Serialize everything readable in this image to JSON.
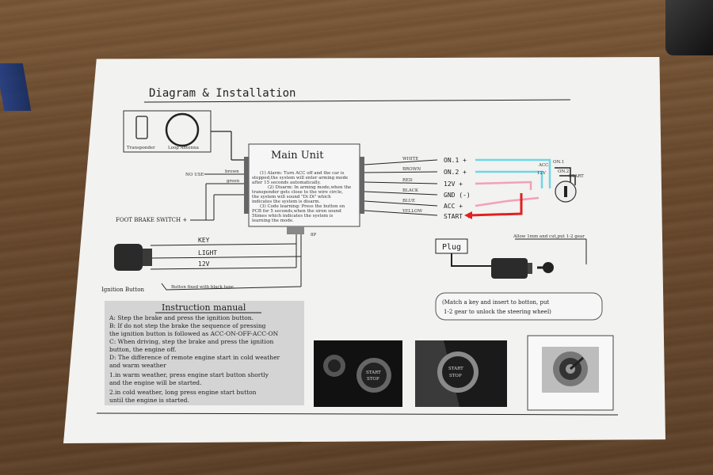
{
  "title": "Diagram & Installation",
  "main_unit": {
    "label": "Main Unit",
    "notes": [
      "(1) Alarm: Turn ACC off and the car is",
      "stopped,the system will enter arming mode",
      "after 15 seconds automatically.",
      "(2) Disarm: In arming mode,when the",
      "transponder gets close to the wire circle,",
      "the system will sound \"Di Di\" which",
      "indicates the system is disarm.",
      "(3) Code learning: Press the button on",
      "PCB for 5 seconds,when the siren sound",
      "5times which indicates the system is",
      "learning the mode."
    ]
  },
  "antenna": {
    "transponder": "Transponder",
    "loop": "Loop Antenna"
  },
  "left_wires": {
    "no_use": "NO USE",
    "brown": "brown",
    "green": "green",
    "brake": "FOOT BRAKE SWITCH +"
  },
  "outputs": [
    {
      "wire": "WHITE",
      "term": "ON.1 +"
    },
    {
      "wire": "BROWN",
      "term": "ON.2 +"
    },
    {
      "wire": "RED",
      "term": "12V +"
    },
    {
      "wire": "BLACK",
      "term": "GND (-)"
    },
    {
      "wire": "BLUE",
      "term": "ACC +"
    },
    {
      "wire": "YELLOW",
      "term": "START +"
    }
  ],
  "ignition_labels": {
    "acc": "ACC",
    "on1": "ON.1",
    "on2": "ON.2",
    "v12": "12V",
    "start": "START"
  },
  "connector": "8P",
  "button_wires": [
    "KEY",
    "LIGHT",
    "12V"
  ],
  "ignition_button": "Ignition Button",
  "button_note": "Button fixed with black tape",
  "plug": "Plug",
  "plug_note": "Allow 1mm and cut,put 1-2 gear",
  "key_note_1": "(Match a key and insert to botton, put",
  "key_note_2": "1-2 gear to unlock the steering wheel)",
  "manual": {
    "title": "Instruction manual",
    "lines": [
      "A: Step the brake and press the ignition button.",
      "B: If do not step the brake  the sequence of pressing",
      "   the ignition button is followed as ACC-ON-OFF-ACC-ON",
      "C: When driving, step the brake and press the ignition",
      "   button, the engine off.",
      "D: The difference of remote engine start in cold weather",
      "   and warm weather",
      "  1.in warm weather, press engine start button shortly",
      "    and the engine will be started.",
      "  2.in cold weather, long press engine start button",
      "    until the engine is started."
    ]
  },
  "photo_labels": {
    "start": "START",
    "stop": "STOP"
  },
  "colors": {
    "paper": "#f2f2f0",
    "ink": "#222222",
    "highlight_cyan": "#6fd6e6",
    "highlight_pink": "#f2a0b8",
    "highlight_red": "#e22020",
    "manual_bg": "#d4d4d4"
  }
}
